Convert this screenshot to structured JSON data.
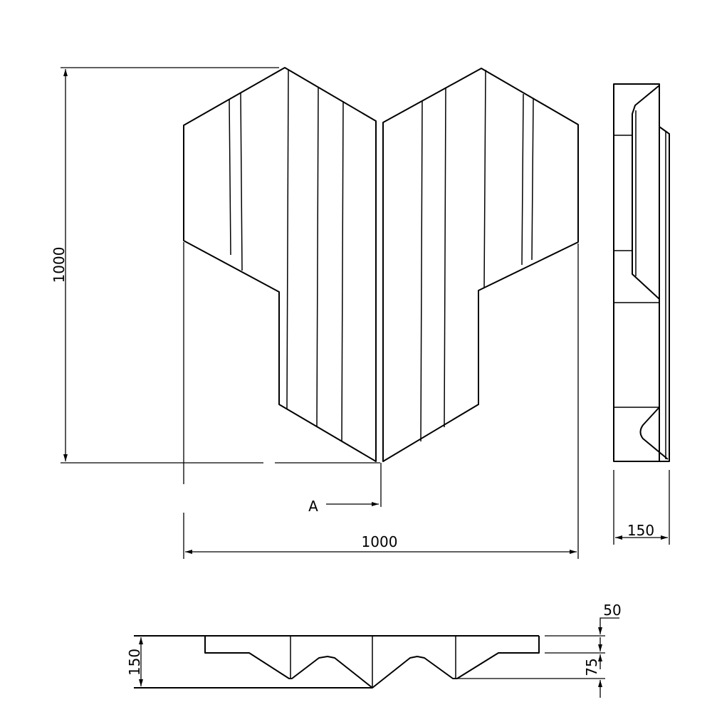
{
  "drawing": {
    "front_view": {
      "height_dimension": "1000",
      "width_dimension": "1000",
      "section_marker": "A"
    },
    "side_view": {
      "depth_dimension": "150"
    },
    "section_view": {
      "total_depth_dimension": "150",
      "top_offset_dimension": "50",
      "groove_depth_dimension": "75"
    }
  }
}
